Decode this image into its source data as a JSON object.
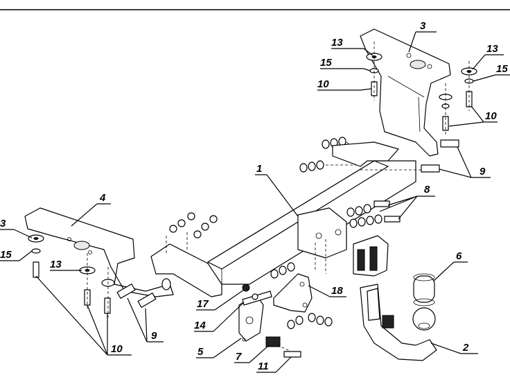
{
  "callouts": [
    {
      "id": "c3a",
      "text": "3"
    },
    {
      "id": "c13a",
      "text": "13"
    },
    {
      "id": "c13b",
      "text": "13"
    },
    {
      "id": "c15a",
      "text": "15"
    },
    {
      "id": "c15b",
      "text": "15"
    },
    {
      "id": "c10a",
      "text": "10"
    },
    {
      "id": "c10b",
      "text": "10"
    },
    {
      "id": "c9a",
      "text": "9"
    },
    {
      "id": "c1",
      "text": "1"
    },
    {
      "id": "c8",
      "text": "8"
    },
    {
      "id": "c4",
      "text": "4"
    },
    {
      "id": "c3b",
      "text": "3"
    },
    {
      "id": "c15c",
      "text": "15"
    },
    {
      "id": "c13c",
      "text": "13"
    },
    {
      "id": "c6",
      "text": "6"
    },
    {
      "id": "c17",
      "text": "17"
    },
    {
      "id": "c18",
      "text": "18"
    },
    {
      "id": "c14",
      "text": "14"
    },
    {
      "id": "c9b",
      "text": "9"
    },
    {
      "id": "c2",
      "text": "2"
    },
    {
      "id": "c5",
      "text": "5"
    },
    {
      "id": "c7",
      "text": "7"
    },
    {
      "id": "c11",
      "text": "11"
    },
    {
      "id": "c10c",
      "text": "10"
    }
  ]
}
